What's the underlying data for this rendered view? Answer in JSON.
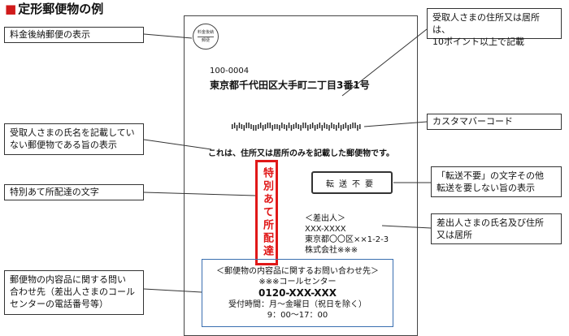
{
  "title": {
    "mark": "■",
    "text": "定形郵便物の例"
  },
  "callouts": {
    "postage": "料金後納郵便の表示",
    "name_absent": [
      "受取人さまの氏名を記載してい",
      "ない郵便物である旨の表示"
    ],
    "special_delivery": "特別あて所配達の文字",
    "contact": [
      "郵便物の内容品に関する問い",
      "合わせ先（差出人さまのコール",
      "センターの電話番号等）"
    ],
    "address_size": [
      "受取人さまの住所又は居所は、",
      "10ポイント以上で記載"
    ],
    "barcode": "カスタマバーコード",
    "no_forward": [
      "「転送不要」の文字その他",
      "転送を要しない旨の表示"
    ],
    "sender_info": [
      "差出人さまの氏名及び住所",
      "又は居所"
    ]
  },
  "envelope": {
    "stamp": {
      "line1": "料金後納",
      "line2": "郵便"
    },
    "postal_code": "100-0004",
    "address": "東京都千代田区大手町二丁目3番1号",
    "notice": "これは、住所又は居所のみを記載した郵便物です。",
    "special_delivery_stamp": "特別あて所配達",
    "no_forward_stamp": "転送不要",
    "sender": {
      "label": "＜差出人＞",
      "postal_code": "XXX-XXXX",
      "address": "東京都〇〇区××1-2-3",
      "company": "株式会社※※※"
    },
    "inquiry": {
      "heading": "＜郵便物の内容品に関するお問い合わせ先＞",
      "center": "※※※コールセンター",
      "phone": "0120-XXX-XXX",
      "hours_days": "受付時間：月～金曜日（祝日を除く）",
      "hours_time": "9：00～17：00"
    }
  }
}
